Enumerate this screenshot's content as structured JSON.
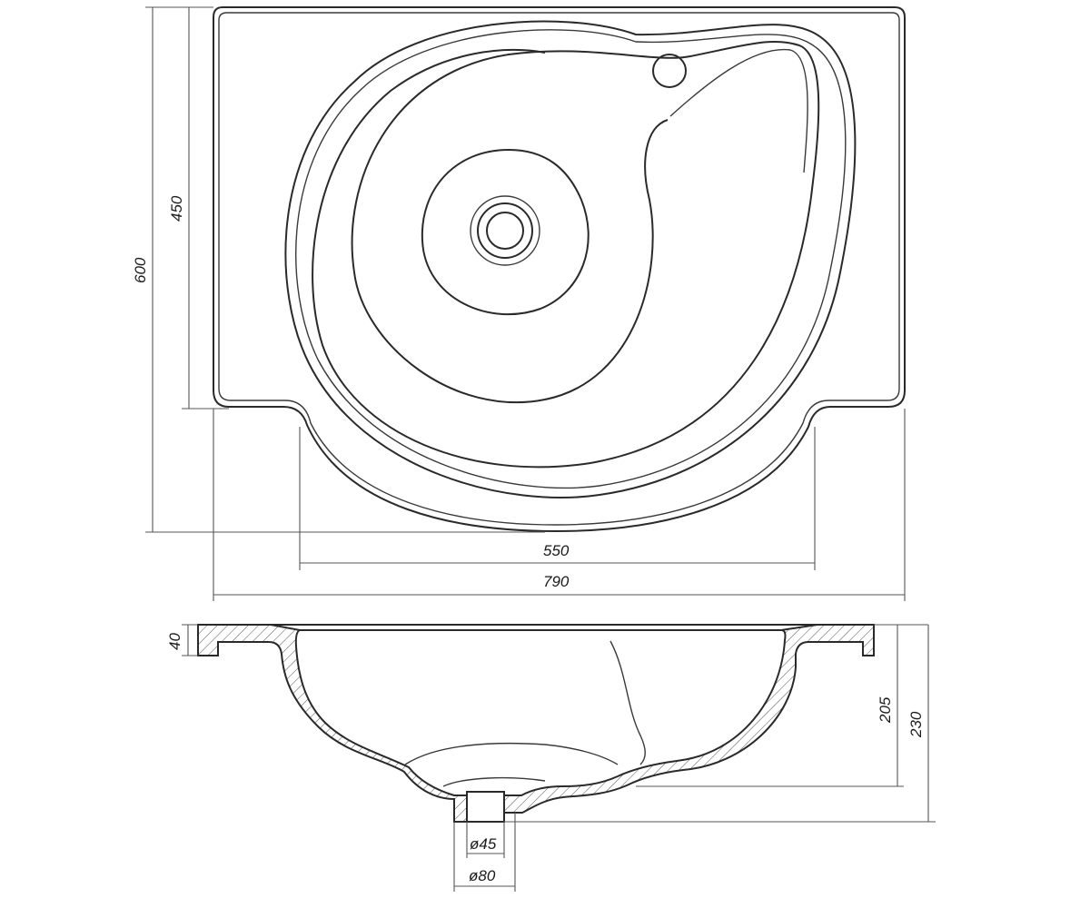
{
  "dimensions": {
    "width_basin": "550",
    "width_total": "790",
    "depth_total": "600",
    "depth_bowl": "450",
    "rim_height": "40",
    "bowl_depth": "205",
    "total_height": "230",
    "drain_inner": "ø45",
    "drain_outer": "ø80"
  }
}
